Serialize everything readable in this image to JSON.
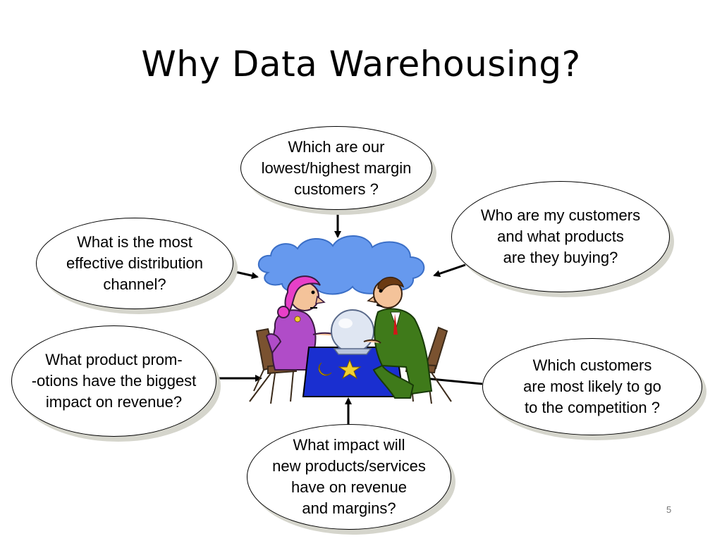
{
  "slide": {
    "title": "Why Data Warehousing?",
    "page_number": "5"
  },
  "questions": {
    "margin_customers": "Which are our\nlowest/highest margin\ncustomers ?",
    "customers_products": "Who are my customers\nand what products\nare they buying?",
    "distribution": "What is the most\neffective distribution\nchannel?",
    "promotions": "What product prom-\n-otions have the biggest\nimpact on revenue?",
    "competition": "Which customers\nare most likely to go\nto the competition ?",
    "new_products": "What impact will\nnew products/services\nhave on revenue\nand margins?"
  },
  "illustration": {
    "description_icon": "fortune-teller-crystal-ball",
    "colors": {
      "cloud": "#6699ee",
      "tablecloth": "#1a2fd0",
      "fortune_teller_dress": "#b04cc8",
      "headscarf": "#e83fc8",
      "man_suit": "#3f7a1a",
      "chair": "#7a5230"
    }
  }
}
